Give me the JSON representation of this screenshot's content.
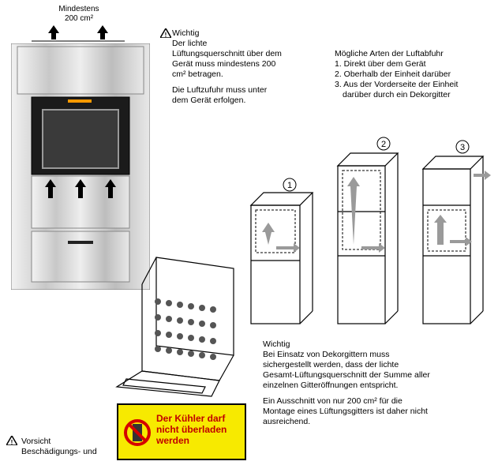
{
  "top_label": {
    "line1": "Mindestens",
    "line2": "200 cm²"
  },
  "important_1": {
    "title": "Wichtig",
    "lines": [
      "Der lichte",
      "Lüftungsquerschnitt über dem",
      "Gerät muss mindestens 200",
      "cm² betragen."
    ],
    "note_lines": [
      "Die Luftzufuhr muss unter",
      "dem Gerät erfolgen."
    ]
  },
  "ventilation_types": {
    "title": "Mögliche Arten der Luftabfuhr",
    "items": [
      "1. Direkt über dem Gerät",
      "2. Oberhalb der Einheit darüber",
      "3. Aus der Vorderseite der Einheit",
      "darüber durch ein Dekorgitter"
    ]
  },
  "diagram_numbers": [
    "1",
    "2",
    "3"
  ],
  "important_2": {
    "title": "Wichtig",
    "lines": [
      "Bei Einsatz von Dekorgittern muss",
      "sichergestellt werden, dass der lichte",
      "Gesamt-Lüftungsquerschnitt der Summe aller",
      "einzelnen Gitteröffnungen entspricht."
    ],
    "note_lines": [
      "Ein Ausschnitt von nur 200 cm² für die",
      "Montage eines Lüftungsgitters ist daher nicht",
      "ausreichend."
    ]
  },
  "caution": {
    "title": "Vorsicht",
    "text": "Beschädigungs- und"
  },
  "overload_warning": [
    "Der Kühler darf",
    "nicht überladen",
    "werden"
  ],
  "colors": {
    "warning_bg": "#f7ea00",
    "warning_text": "#c00000",
    "prohibit_red": "#d40000",
    "arrow_gray": "#9a9a9a"
  }
}
